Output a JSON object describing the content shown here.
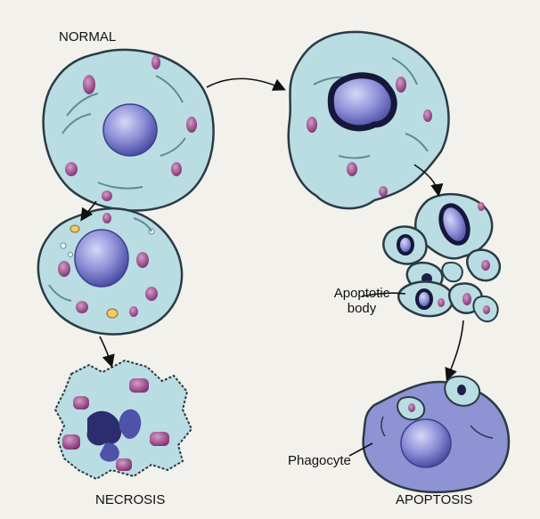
{
  "labels": {
    "normal": "NORMAL",
    "necrosis": "NECROSIS",
    "apoptosis": "APOPTOSIS",
    "apoptotic_body_line1": "Apoptotic",
    "apoptotic_body_line2": "body",
    "phagocyte": "Phagocyte"
  },
  "colors": {
    "cytoplasm": "#b9dde3",
    "cell_outline": "#2a3b44",
    "nucleus": "#7c7fcf",
    "mitochondria": "#9a3f86",
    "dense_chromatin": "#1e1f4a",
    "vacuole": "#f1c96a"
  }
}
